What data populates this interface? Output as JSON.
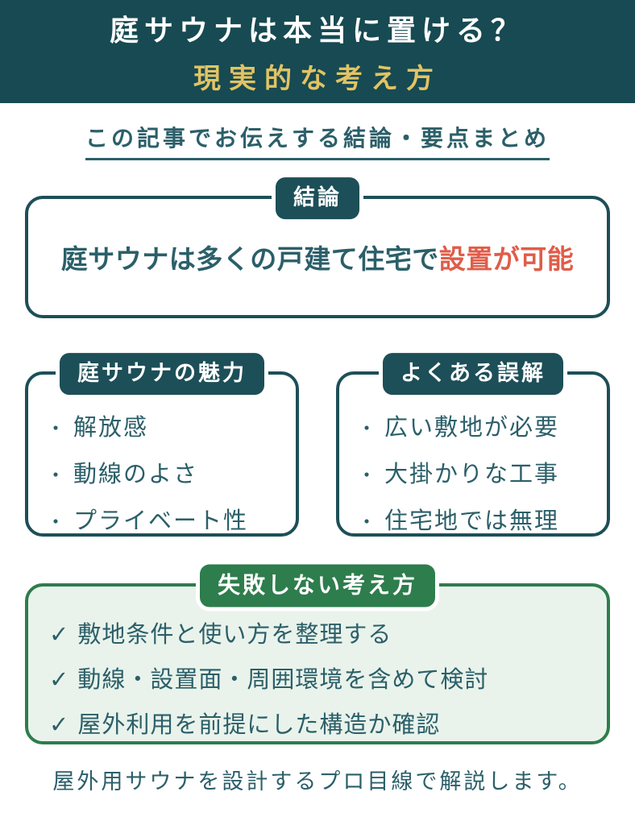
{
  "header": {
    "title": "庭サウナは本当に置ける？",
    "subtitle": "現実的な考え方"
  },
  "lead": {
    "text": "この記事でお伝えする結論・要点まとめ"
  },
  "conclusion": {
    "badge": "結論",
    "text_main": "庭サウナは多くの戸建て住宅で",
    "text_highlight": "設置が可能"
  },
  "appeal": {
    "badge": "庭サウナの魅力",
    "bullet": "・",
    "items": [
      "解放感",
      "動線のよさ",
      "プライベート性"
    ]
  },
  "misconceptions": {
    "badge": "よくある誤解",
    "bullet": "・",
    "items": [
      "広い敷地が必要",
      "大掛かりな工事",
      "住宅地では無理"
    ]
  },
  "approach": {
    "badge": "失敗しない考え方",
    "check": "✓",
    "items": [
      "敷地条件と使い方を整理する",
      "動線・設置面・周囲環境を含めて検討",
      "屋外利用を前提にした構造か確認"
    ]
  },
  "footer": {
    "text": "屋外用サウナを設計するプロ目線で解説します。"
  },
  "colors": {
    "teal-dark": "#174a52",
    "teal-border": "#1d4f58",
    "teal-text": "#2b5f69",
    "yellow": "#e2c364",
    "red": "#e05d49",
    "green": "#2e7d4d",
    "green-light": "#e9f3eb"
  }
}
